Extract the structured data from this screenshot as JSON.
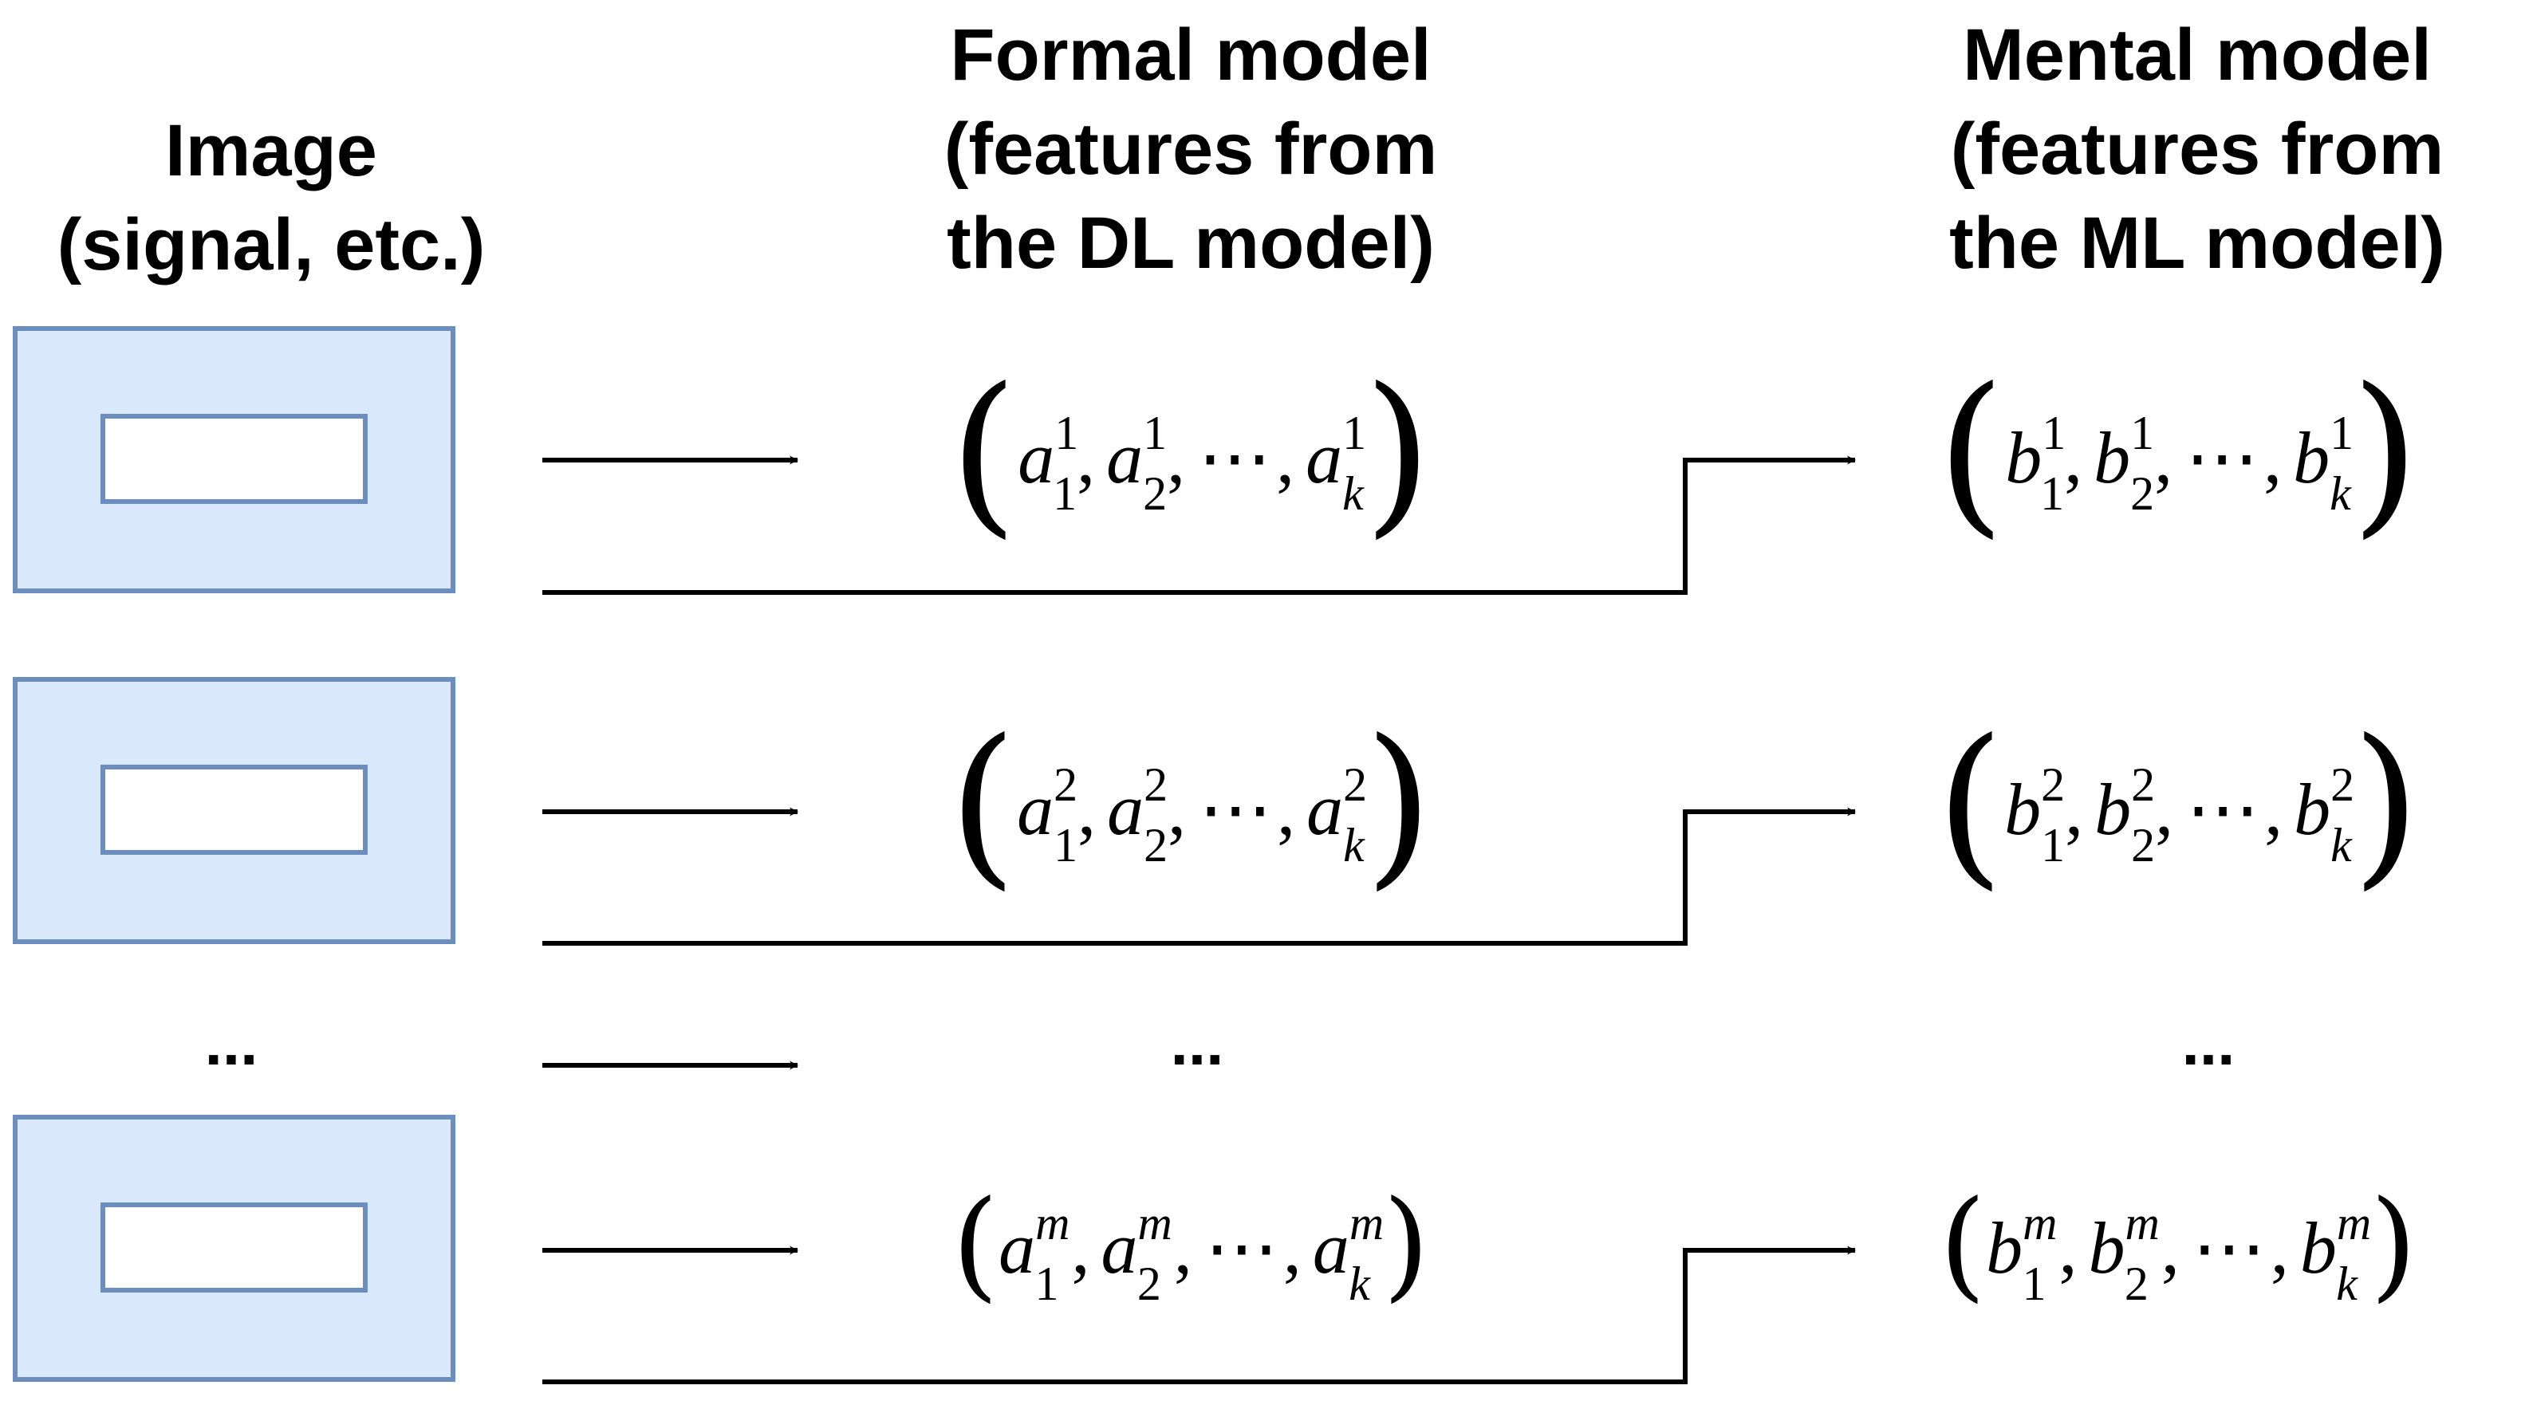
{
  "headers": {
    "image": [
      "Image",
      "(signal, etc.)"
    ],
    "formal": [
      "Formal model",
      "(features from",
      "the DL model)"
    ],
    "mental": [
      "Mental model",
      "(features from",
      "the ML model)"
    ]
  },
  "colors": {
    "box_fill": "#dae8fc",
    "box_stroke": "#6c8ebf",
    "inner_fill": "#ffffff",
    "line": "#000000"
  },
  "rows": [
    {
      "formal": {
        "base": "a",
        "sup": "1",
        "subs": [
          "1",
          "2",
          "k"
        ],
        "sep": ",",
        "dots": "⋯"
      },
      "mental": {
        "base": "b",
        "sup": "1",
        "subs": [
          "1",
          "2",
          "k"
        ],
        "sep": ",",
        "dots": "⋯"
      }
    },
    {
      "formal": {
        "base": "a",
        "sup": "2",
        "subs": [
          "1",
          "2",
          "k"
        ],
        "sep": ",",
        "dots": "⋯"
      },
      "mental": {
        "base": "b",
        "sup": "2",
        "subs": [
          "1",
          "2",
          "k"
        ],
        "sep": ",",
        "dots": "⋯"
      }
    },
    {
      "formal": {
        "base": "a",
        "sup": "m",
        "subs": [
          "1",
          "2",
          "k"
        ],
        "sep": ",",
        "dots": "⋯"
      },
      "mental": {
        "base": "b",
        "sup": "m",
        "subs": [
          "1",
          "2",
          "k"
        ],
        "sep": ",",
        "dots": "⋯"
      }
    }
  ],
  "ellipsis": {
    "image": "...",
    "formal": "...",
    "mental": "..."
  }
}
